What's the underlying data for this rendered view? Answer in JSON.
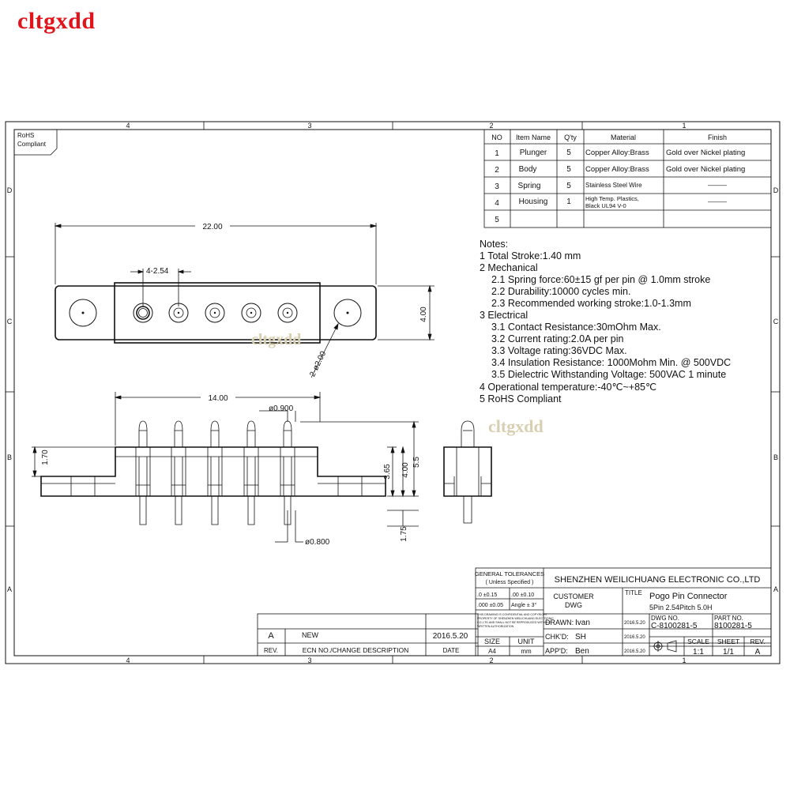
{
  "brand": "cltgxdd",
  "watermarks": [
    "cltgxdd",
    "cltgxdd"
  ],
  "border": {
    "top_zones": [
      "4",
      "3",
      "2",
      "1"
    ],
    "bottom_zones": [
      "4",
      "3",
      "2",
      "1"
    ],
    "left_zones": [
      "D",
      "C",
      "B",
      "A"
    ],
    "right_zones": [
      "D",
      "C",
      "B",
      "A"
    ]
  },
  "rohs_badge": [
    "RoHS",
    "Compliant"
  ],
  "bom": {
    "headers": [
      "NO",
      "Item Name",
      "Q'ty",
      "Material",
      "Finish"
    ],
    "rows": [
      {
        "no": "1",
        "name": "Plunger",
        "qty": "5",
        "material": "Copper Alloy:Brass",
        "finish": "Gold over Nickel plating"
      },
      {
        "no": "2",
        "name": "Body",
        "qty": "5",
        "material": "Copper Alloy:Brass",
        "finish": "Gold over Nickel plating"
      },
      {
        "no": "3",
        "name": "Spring",
        "qty": "5",
        "material": "Stainless Steel Wire",
        "finish": "———"
      },
      {
        "no": "4",
        "name": "Housing",
        "qty": "1",
        "material": "High Temp. Plastics,",
        "material2": "Black UL94 V-0",
        "finish": "———"
      },
      {
        "no": "5",
        "name": "",
        "qty": "",
        "material": "",
        "finish": ""
      }
    ]
  },
  "notes": [
    "Notes:",
    "1 Total Stroke:1.40 mm",
    "2 Mechanical",
    "2.1 Spring force:60±15 gf per pin @ 1.0mm stroke",
    "2.2 Durability:10000 cycles min.",
    "2.3 Recommended working stroke:1.0-1.3mm",
    "3 Electrical",
    "3.1 Contact Resistance:30mOhm Max.",
    "3.2 Current rating:2.0A per pin",
    "3.3 Voltage rating:36VDC Max.",
    "3.4 Insulation Resistance: 1000Mohm Min. @ 500VDC",
    "3.5 Dielectric Withstanding Voltage: 500VAC 1 minute",
    "4 Operational temperature:-40℃~+85℃",
    "5 RoHS Compliant"
  ],
  "dimensions": {
    "overall_length": "22.00",
    "pitch": "4-2.54",
    "height": "4.00",
    "mount_hole": "2-ø2.00",
    "span": "14.00",
    "plunger_dia": "ø0.900",
    "tail_dia": "ø0.800",
    "side_left": "1.70",
    "h1": "3.65",
    "h2": "4.00",
    "h3": "5.5",
    "tail_len": "1.75"
  },
  "title_block": {
    "tolerances_title": "GENERAL TOLERANCES",
    "tolerances_sub": "( Unless Specified )",
    "tol_cells": [
      ".0  ±0.15",
      ".00  ±0.10",
      ".000 ±0.05",
      "Angle ± 3°"
    ],
    "fine_print": [
      "THIS DRAWING IS CONFIDENTIAL AND COPYRIGHT",
      "PROPERTY OF SHENZHEN WEILICHUANG ELECTRONIC",
      "CO.,LTD AND SHALL NOT BE REPRODUCED WITHOUT",
      "WRITTEN AUTHORIZATION"
    ],
    "company": "SHENZHEN WEILICHUANG ELECTRONIC CO.,LTD",
    "customer_label": "CUSTOMER",
    "dwg_label": "DWG",
    "title_label": "TITLE",
    "title_1": "Pogo Pin Connector",
    "title_2": "5Pin 2.54Pitch 5.0H",
    "drawn_label": "DRAWN:",
    "drawn_value": "Ivan",
    "drawn_date": "2016.5.20",
    "chkd_label": "CHK'D:",
    "chkd_value": "SH",
    "chkd_date": "2016.5.20",
    "appd_label": "APP'D:",
    "appd_value": "Ben",
    "appd_date": "2016.5.20",
    "dwg_no_label": "DWG NO.",
    "dwg_no": "C-8100281-5",
    "part_no_label": "PART NO.",
    "part_no": "8100281-5",
    "size_label": "SIZE",
    "size": "A4",
    "unit_label": "UNIT",
    "unit": "mm",
    "scale_label": "SCALE",
    "scale": "1:1",
    "sheet_label": "SHEET",
    "sheet": "1/1",
    "rev_label": "REV.",
    "rev": "A"
  },
  "revision": {
    "rev": "A",
    "desc": "NEW",
    "date": "2016.5.20",
    "h_rev": "REV.",
    "h_desc": "ECN NO./CHANGE DESCRIPTION",
    "h_date": "DATE"
  }
}
